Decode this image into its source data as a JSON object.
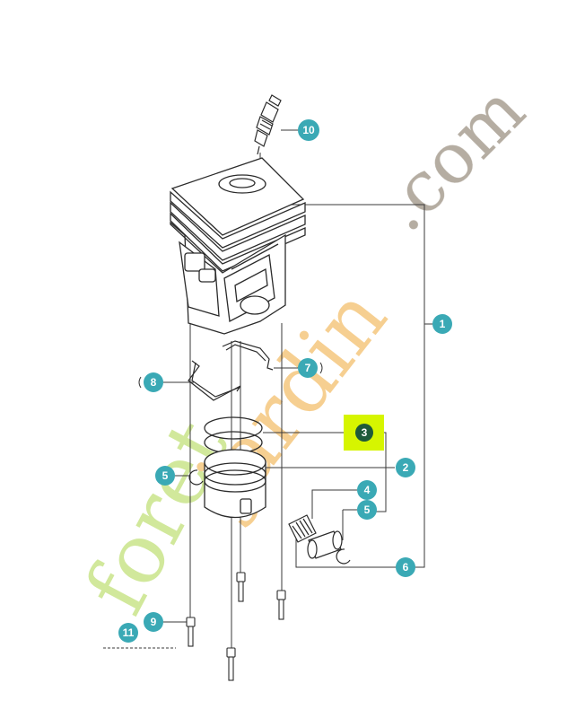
{
  "callouts": [
    {
      "id": "1",
      "label": "1"
    },
    {
      "id": "2",
      "label": "2"
    },
    {
      "id": "3",
      "label": "3"
    },
    {
      "id": "4",
      "label": "4"
    },
    {
      "id": "5a",
      "label": "5"
    },
    {
      "id": "5b",
      "label": "5"
    },
    {
      "id": "6",
      "label": "6"
    },
    {
      "id": "7",
      "label": "7"
    },
    {
      "id": "8",
      "label": "8"
    },
    {
      "id": "9",
      "label": "9"
    },
    {
      "id": "10",
      "label": "10"
    },
    {
      "id": "11",
      "label": "11"
    }
  ],
  "highlight": {
    "color": "#d6f500",
    "target": "3"
  },
  "colors": {
    "callout": "#3aa9b5",
    "callout_dark": "#1e5a3a",
    "line": "#3a3a3a"
  },
  "watermark": {
    "part1": "foret",
    "part2": "jardin",
    "part3": ".com",
    "color_green": "#c9e48a",
    "color_orange": "#f5c77e",
    "color_gray": "#a89f92"
  }
}
